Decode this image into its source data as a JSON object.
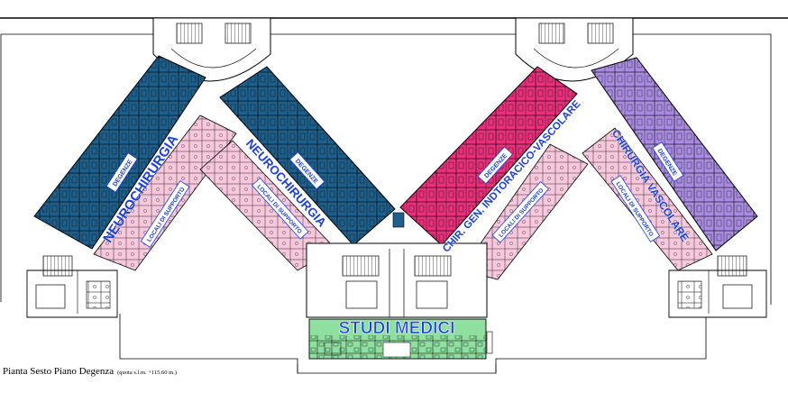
{
  "caption": {
    "main": "Pianta Sesto Piano Degenza",
    "sub": "(quota s.l.m. +115.60 m.)"
  },
  "labels": {
    "degenze": "DEGENZE",
    "locali_supporto": "LOCALI DI SUPPORTO"
  },
  "wings": [
    {
      "id": "far-left",
      "title": "NEUROCHIRURGIA",
      "color": "#1f5f8b"
    },
    {
      "id": "mid-left",
      "title": "NEUROCHIRURGIA",
      "color": "#1f5f8b"
    },
    {
      "id": "mid-right",
      "title": "CHIR. GEN. INDTORACICO-VASCOLARE",
      "color": "#e8307b"
    },
    {
      "id": "far-right",
      "title": "CHIRURGIA VASCOLARE",
      "color": "#a98be0"
    }
  ],
  "center": {
    "title": "STUDI MEDICI",
    "color": "#8fe0a0"
  },
  "colors": {
    "support": "#f7c8dc",
    "text_blue": "#1b3fe0",
    "lines": "#000000",
    "white": "#ffffff"
  }
}
